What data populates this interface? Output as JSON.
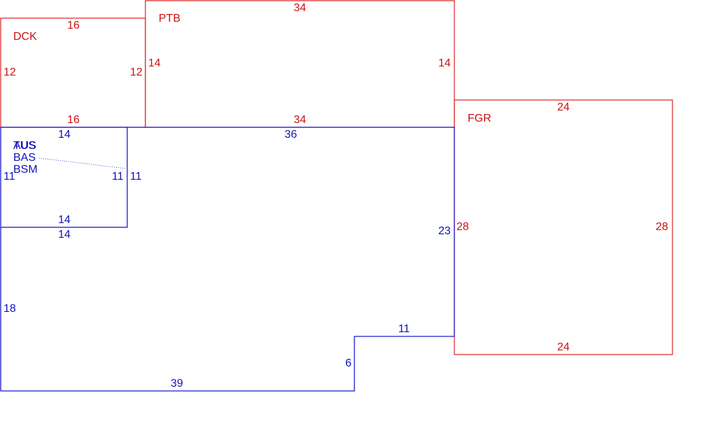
{
  "colors": {
    "red": "#dd2222",
    "blue": "#1a1acc"
  },
  "areas": {
    "dck": {
      "code": "DCK",
      "dims": [
        "16",
        "12",
        "12",
        "16"
      ]
    },
    "ptb": {
      "code": "PTB",
      "dims": [
        "34",
        "14",
        "14",
        "34"
      ]
    },
    "fgr": {
      "code": "FGR",
      "dims": [
        "24",
        "28",
        "28",
        "24"
      ]
    },
    "upper": {
      "codes": [
        "AUS",
        "TUS",
        "BAS",
        "BSM"
      ],
      "dims": [
        "14",
        "11",
        "11",
        "11",
        "14"
      ]
    },
    "main": {
      "dims": [
        "14",
        "36",
        "23",
        "11",
        "6",
        "39",
        "18"
      ]
    }
  }
}
